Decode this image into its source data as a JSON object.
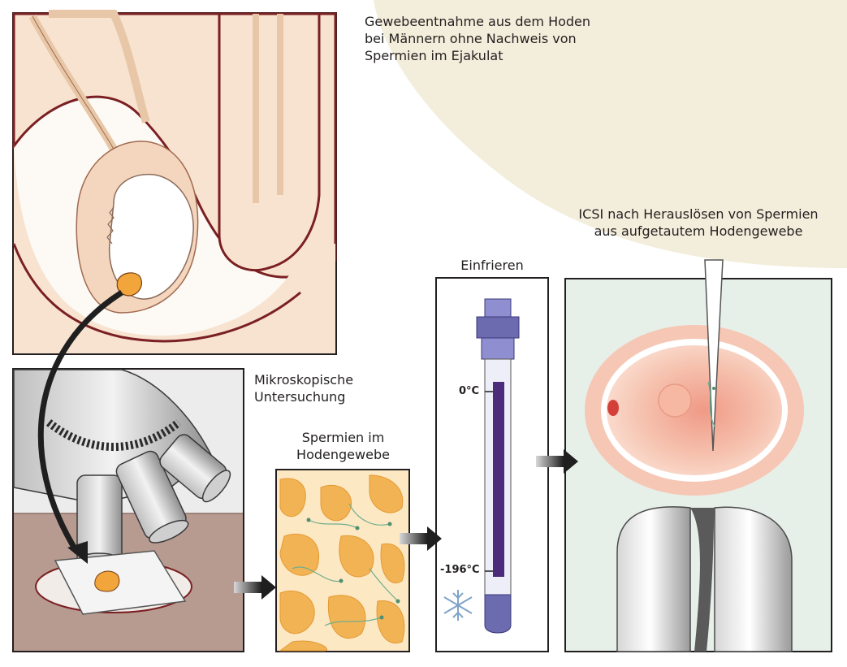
{
  "captions": {
    "biopsy": {
      "lines": [
        "Gewebeentnahme aus dem Hoden",
        "bei Männern ohne Nachweis von",
        "Spermien im Ejakulat"
      ]
    },
    "microscopy": {
      "lines": [
        "Mikroskopische",
        "Untersuchung"
      ]
    },
    "tissue": {
      "lines": [
        "Spermien im",
        "Hodengewebe"
      ]
    },
    "freezing": {
      "lines": [
        "Einfrieren"
      ]
    },
    "icsi": {
      "lines": [
        "ICSI nach Herauslösen von Spermien",
        "aus aufgetautem Hodengewebe"
      ]
    }
  },
  "thermometer": {
    "top_label": "0°C",
    "bottom_label": "-196°C"
  },
  "colors": {
    "background_cream": "#f3eedb",
    "skin": "#f7e3d0",
    "outline": "#7a1f22",
    "tissue_orange": "#f2b354",
    "tube_fill": "#4b2b7a",
    "tube_cap": "#6c6bb0",
    "egg_pink": "#f3a892",
    "arrow": "#2b2b2b"
  }
}
